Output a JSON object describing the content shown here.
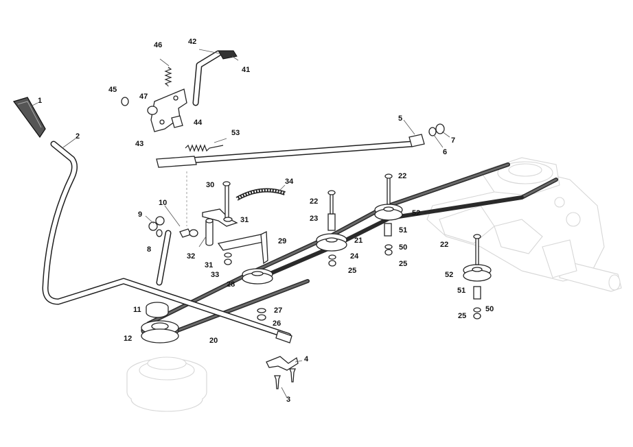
{
  "diagram": {
    "callouts": [
      {
        "id": "1",
        "label": "1"
      },
      {
        "id": "2",
        "label": "2"
      },
      {
        "id": "3",
        "label": "3"
      },
      {
        "id": "4",
        "label": "4"
      },
      {
        "id": "5",
        "label": "5"
      },
      {
        "id": "6",
        "label": "6"
      },
      {
        "id": "7",
        "label": "7"
      },
      {
        "id": "8",
        "label": "8"
      },
      {
        "id": "9",
        "label": "9"
      },
      {
        "id": "10",
        "label": "10"
      },
      {
        "id": "11",
        "label": "11"
      },
      {
        "id": "12",
        "label": "12"
      },
      {
        "id": "20",
        "label": "20"
      },
      {
        "id": "21",
        "label": "21"
      },
      {
        "id": "22a",
        "label": "22"
      },
      {
        "id": "22b",
        "label": "22"
      },
      {
        "id": "22c",
        "label": "22"
      },
      {
        "id": "23",
        "label": "23"
      },
      {
        "id": "24",
        "label": "24"
      },
      {
        "id": "25a",
        "label": "25"
      },
      {
        "id": "25b",
        "label": "25"
      },
      {
        "id": "25c",
        "label": "25"
      },
      {
        "id": "26",
        "label": "26"
      },
      {
        "id": "27",
        "label": "27"
      },
      {
        "id": "28",
        "label": "28"
      },
      {
        "id": "29",
        "label": "29"
      },
      {
        "id": "30",
        "label": "30"
      },
      {
        "id": "31a",
        "label": "31"
      },
      {
        "id": "31b",
        "label": "31"
      },
      {
        "id": "32",
        "label": "32"
      },
      {
        "id": "33",
        "label": "33"
      },
      {
        "id": "34",
        "label": "34"
      },
      {
        "id": "41",
        "label": "41"
      },
      {
        "id": "42",
        "label": "42"
      },
      {
        "id": "43",
        "label": "43"
      },
      {
        "id": "44",
        "label": "44"
      },
      {
        "id": "45",
        "label": "45"
      },
      {
        "id": "46",
        "label": "46"
      },
      {
        "id": "47",
        "label": "47"
      },
      {
        "id": "50a",
        "label": "50"
      },
      {
        "id": "50b",
        "label": "50"
      },
      {
        "id": "51a",
        "label": "51"
      },
      {
        "id": "51b",
        "label": "51"
      },
      {
        "id": "52a",
        "label": "52"
      },
      {
        "id": "52b",
        "label": "52"
      },
      {
        "id": "53",
        "label": "53"
      }
    ]
  }
}
